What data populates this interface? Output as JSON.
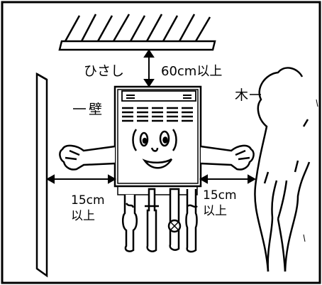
{
  "labels": {
    "eaves": "ひさし",
    "top_clearance": "60cm以上",
    "wall": "壁",
    "tree": "木",
    "left_clearance_value": "15cm",
    "left_clearance_suffix": "以上",
    "right_clearance_value": "15cm",
    "right_clearance_suffix": "以上"
  }
}
